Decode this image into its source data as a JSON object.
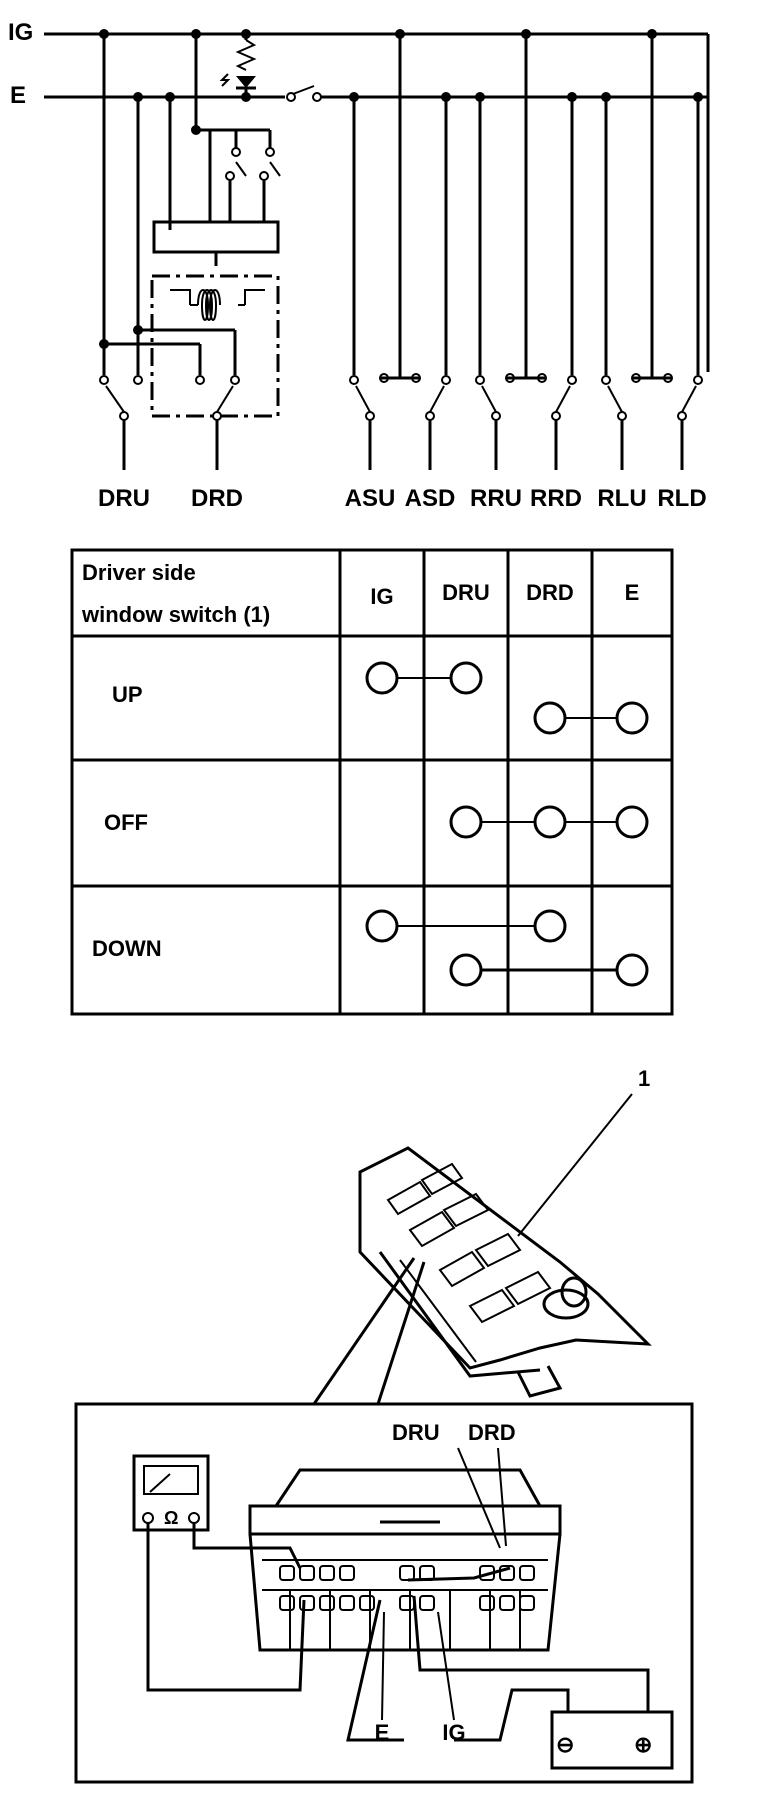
{
  "wiring": {
    "bus_labels": [
      "IG",
      "E"
    ],
    "terminal_labels": [
      "DRU",
      "DRD",
      "ASU",
      "ASD",
      "RRU",
      "RRD",
      "RLU",
      "RLD"
    ]
  },
  "table": {
    "header_text": [
      "Driver side",
      "window switch (1)"
    ],
    "columns": [
      "IG",
      "DRU",
      "DRD",
      "E"
    ],
    "rows": [
      {
        "label": "UP",
        "connections": [
          [
            "IG",
            "DRU"
          ],
          [
            "DRD",
            "E"
          ]
        ]
      },
      {
        "label": "OFF",
        "connections": [
          [
            "DRU",
            "DRD",
            "E"
          ]
        ]
      },
      {
        "label": "DOWN",
        "connections": [
          [
            "IG",
            "DRD"
          ],
          [
            "DRU",
            "E"
          ]
        ]
      }
    ]
  },
  "illustration": {
    "callout": "1",
    "connector_labels": [
      "DRU",
      "DRD",
      "E",
      "IG"
    ],
    "meter_symbol": "Ω",
    "battery_minus": "⊖",
    "battery_plus": "⊕"
  }
}
